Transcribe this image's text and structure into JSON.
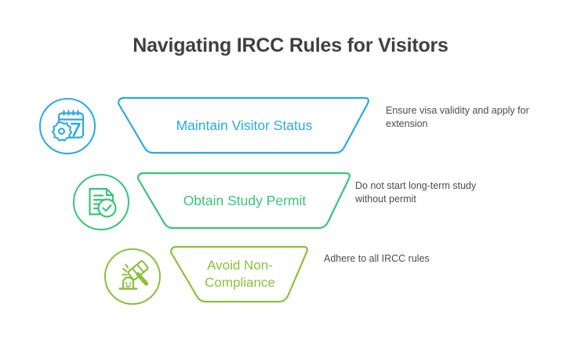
{
  "page": {
    "title": "Navigating IRCC Rules for Visitors",
    "background_color": "#ffffff"
  },
  "rows": [
    {
      "icon": "calendar-gear-icon",
      "label": "Maintain Visitor Status",
      "description": "Ensure visa validity and apply for extension",
      "color": "#2EA8DE"
    },
    {
      "icon": "document-check-icon",
      "label": "Obtain Study Permit",
      "description": "Do not start long-term study without permit",
      "color": "#3DC279"
    },
    {
      "icon": "gavel-icon",
      "label": "Avoid Non-Compliance",
      "description": "Adhere to all IRCC rules",
      "color": "#8CBF3F"
    }
  ]
}
